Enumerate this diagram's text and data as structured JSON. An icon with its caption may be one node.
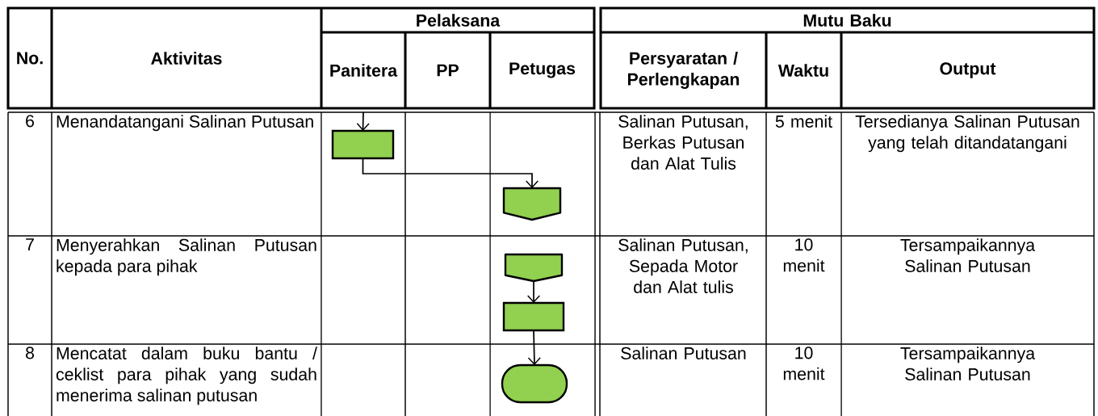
{
  "diagram": {
    "nodes": [
      {
        "text": [],
        "shape": "box"
      },
      {
        "text": [],
        "shape": "pentagon"
      },
      {
        "text": [],
        "shape": "pentagon"
      },
      {
        "text": [],
        "shape": "box"
      },
      {
        "text": [],
        "shape": "oval"
      }
    ],
    "edges": [
      {
        "from": null,
        "to": 0,
        "arrow": "to"
      },
      {
        "from": 0,
        "to": 1,
        "arrow": "to"
      },
      {
        "from": 2,
        "to": 3,
        "arrow": "to"
      },
      {
        "from": 3,
        "to": 4,
        "arrow": "to"
      }
    ],
    "labels": [
      "No.",
      "Aktivitas",
      "Pelaksana",
      "Mutu Baku",
      "Panitera",
      "PP",
      "Petugas",
      "Persyaratan / Perlengkapan",
      "Waktu",
      "Output",
      "6",
      "Menandatangani Salinan Putusan",
      "Salinan Putusan, Berkas Putusan dan Alat Tulis",
      "5 menit",
      "Tersedianya Salinan Putusan yang telah ditandatangani",
      "7",
      "Menyerahkan Salinan Putusan kepada para pihak",
      "Salinan Putusan, Sepada Motor dan Alat tulis",
      "10 menit",
      "Tersampaikannya Salinan Putusan",
      "8",
      "Mencatat dalam buku bantu / ceklist para pihak yang sudah menerima salinan putusan",
      "Salinan Putusan",
      "10 menit",
      "Tersampaikannya Salinan Putusan"
    ]
  }
}
